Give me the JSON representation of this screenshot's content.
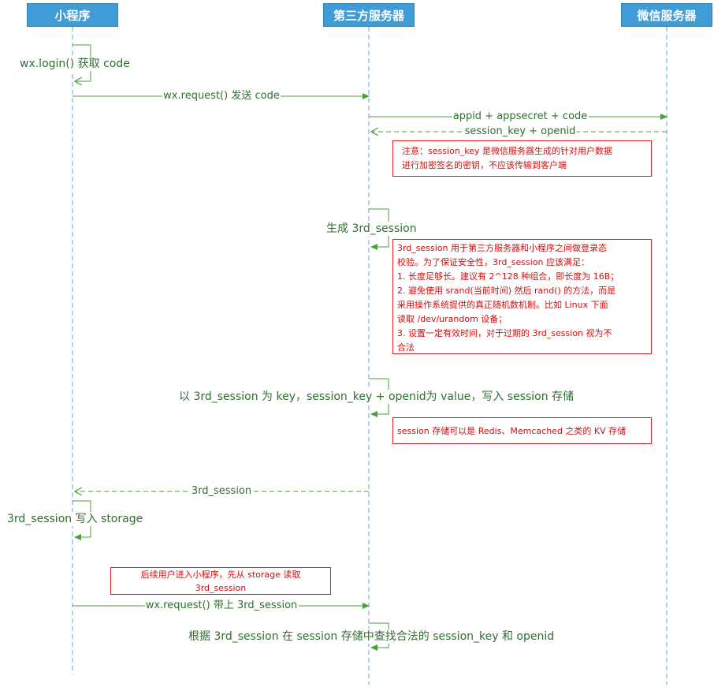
{
  "actors": {
    "mini": "小程序",
    "third": "第三方服务器",
    "wechat": "微信服务器"
  },
  "messages": {
    "login": "wx.login() 获取 code",
    "request_code": "wx.request() 发送 code",
    "appid": "appid + appsecret + code",
    "session_key_openid": "session_key + openid",
    "gen_session": "生成 3rd_session",
    "store_session": "以 3rd_session 为 key，session_key + openid为 value，写入 session 存储",
    "return_session": "3rd_session",
    "write_storage": "3rd_session 写入 storage",
    "request_with_session": "wx.request() 带上 3rd_session",
    "lookup": "根据 3rd_session 在 session 存储中查找合法的 session_key 和 openid"
  },
  "notes": {
    "session_key": [
      "注意：session_key 是微信服务器生成的针对用户数据",
      "进行加密签名的密钥，不应该传输到客户端"
    ],
    "third_session": [
      "3rd_session 用于第三方服务器和小程序之间做登录态",
      "校验。为了保证安全性，3rd_session 应该满足：",
      "1. 长度足够长。建议有 2^128 种组合，即长度为 16B；",
      "2. 避免使用 srand(当前时间) 然后 rand() 的方法，而是",
      "采用操作系统提供的真正随机数机制。比如 Linux 下面",
      "读取 /dev/urandom 设备；",
      "3. 设置一定有效时间，对于过期的 3rd_session 视为不",
      "合法"
    ],
    "storage": [
      "session 存储可以是 Redis、Memcached 之类的 KV 存储"
    ],
    "later": [
      "后续用户进入小程序，先从 storage 读取",
      "3rd_session"
    ]
  },
  "colors": {
    "actor_bg": "#3f9cd6",
    "lifeline": "#5aa6d8",
    "arrow": "#4f9d3f",
    "label": "#2f6f2f",
    "note_border": "#e02020",
    "note_text": "#d01010"
  }
}
